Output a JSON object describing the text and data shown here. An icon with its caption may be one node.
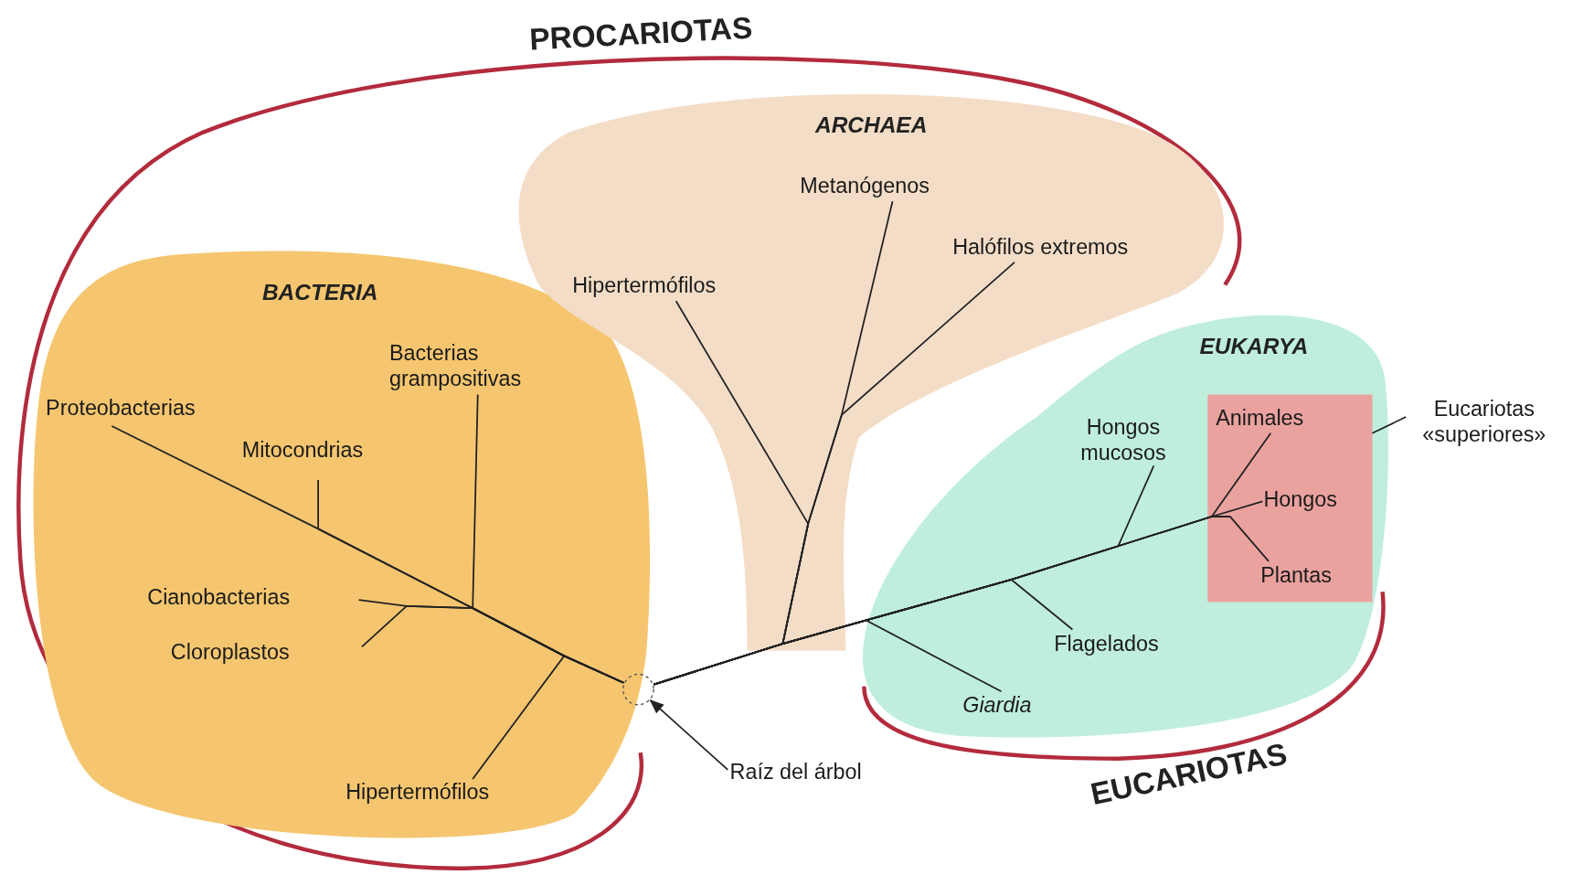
{
  "diagram": {
    "nodes": [
      {
        "text": [
          "BACTERIA"
        ]
      },
      {
        "text": [
          "Proteobacterias"
        ],
        "in": 0
      },
      {
        "text": [
          "Mitocondrias"
        ],
        "in": 0
      },
      {
        "text": [
          "Bacterias grampositivas"
        ],
        "in": 0
      },
      {
        "text": [
          "Cianobacterias"
        ],
        "in": 0
      },
      {
        "text": [
          "Cloroplastos"
        ],
        "in": 0
      },
      {
        "text": [
          "Hipertermófilos"
        ],
        "in": 0
      },
      {
        "text": [
          "ARCHAEA"
        ]
      },
      {
        "text": [
          "Metanógenos"
        ],
        "in": 7
      },
      {
        "text": [
          "Halófilos extremos"
        ],
        "in": 7
      },
      {
        "text": [
          "Hipertermófilos"
        ],
        "in": 7
      },
      {
        "text": [
          "EUKARYA"
        ]
      },
      {
        "text": [
          "Hongos mucosos"
        ],
        "in": 11
      },
      {
        "text": [],
        "shape": "box",
        "in": 11
      },
      {
        "text": [
          "Animales"
        ],
        "in": 13
      },
      {
        "text": [
          "Hongos"
        ],
        "in": 13
      },
      {
        "text": [
          "Plantas"
        ],
        "in": 13
      },
      {
        "text": [
          "Flagelados"
        ],
        "in": 11
      },
      {
        "text": [
          "Giardia"
        ],
        "in": 11
      },
      {
        "text": [],
        "shape": "circle"
      },
      {
        "text": [
          "Raíz del árbol"
        ]
      },
      {
        "text": [
          "Eucariotas «superiores»"
        ]
      }
    ],
    "edges": [
      {
        "from": 19,
        "to": 1,
        "arrow": "none"
      },
      {
        "from": 19,
        "to": 2,
        "arrow": "none"
      },
      {
        "from": 19,
        "to": 3,
        "arrow": "none"
      },
      {
        "from": 19,
        "to": 4,
        "arrow": "none"
      },
      {
        "from": 19,
        "to": 5,
        "arrow": "none"
      },
      {
        "from": 19,
        "to": 6,
        "arrow": "none"
      },
      {
        "from": 19,
        "to": 8,
        "arrow": "none"
      },
      {
        "from": 19,
        "to": 9,
        "arrow": "none"
      },
      {
        "from": 19,
        "to": 10,
        "arrow": "none"
      },
      {
        "from": 19,
        "to": 12,
        "arrow": "none"
      },
      {
        "from": 19,
        "to": 14,
        "arrow": "none"
      },
      {
        "from": 19,
        "to": 15,
        "arrow": "none"
      },
      {
        "from": 19,
        "to": 16,
        "arrow": "none"
      },
      {
        "from": 19,
        "to": 17,
        "arrow": "none"
      },
      {
        "from": 19,
        "to": 18,
        "arrow": "none"
      },
      {
        "from": 20,
        "to": 19,
        "arrow": "to"
      },
      {
        "from": 21,
        "to": 13,
        "arrow": "none"
      }
    ],
    "labels": [
      "PROCARIOTAS",
      "EUCARIOTAS"
    ]
  }
}
